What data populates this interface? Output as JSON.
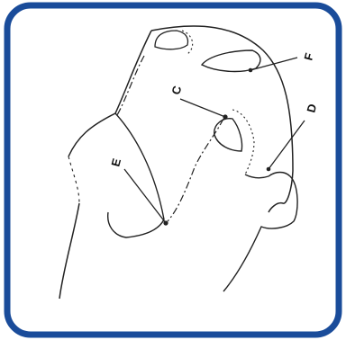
{
  "figure": {
    "frame_color": "#1a4c9a",
    "stroke_color": "#222222",
    "labels": {
      "C": "C",
      "D": "D",
      "E": "E",
      "F": "F"
    }
  }
}
